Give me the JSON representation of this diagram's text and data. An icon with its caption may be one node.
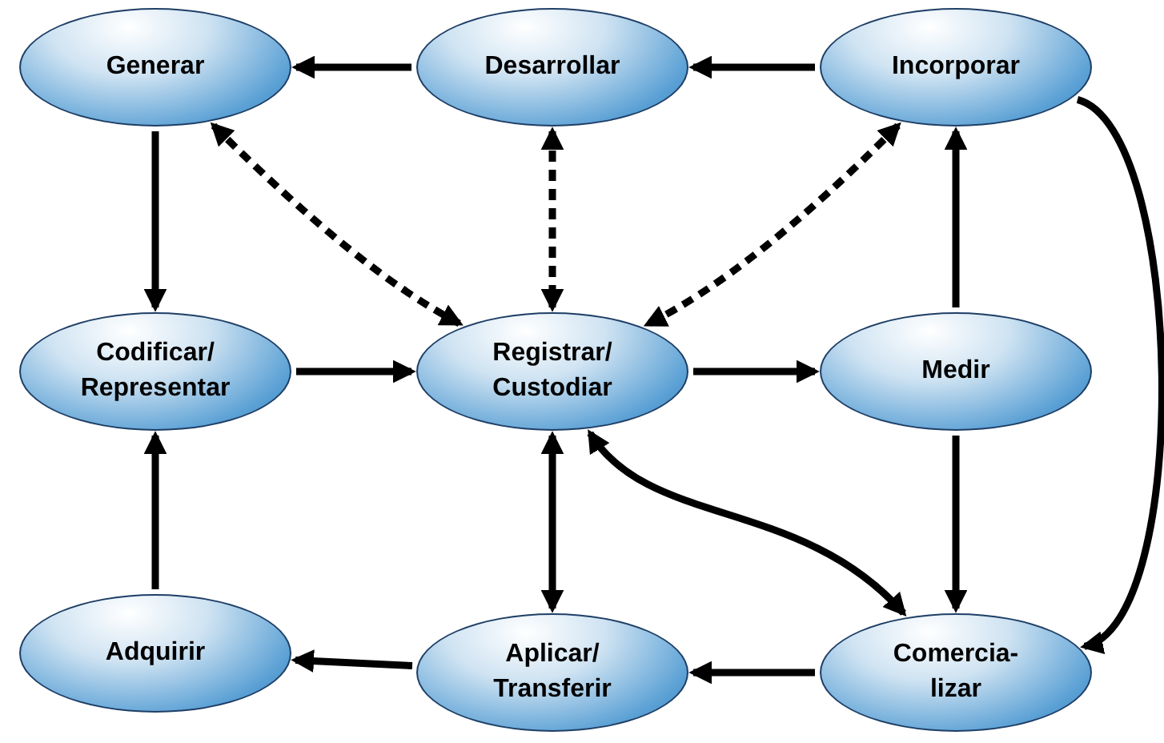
{
  "diagram": {
    "nodes": [
      {
        "text": [
          "Generar"
        ]
      },
      {
        "text": [
          "Desarrollar"
        ]
      },
      {
        "text": [
          "Incorporar"
        ]
      },
      {
        "text": [
          "Codificar/ Representar"
        ]
      },
      {
        "text": [
          "Registrar/ Custodiar"
        ]
      },
      {
        "text": [
          "Medir"
        ]
      },
      {
        "text": [
          "Adquirir"
        ]
      },
      {
        "text": [
          "Aplicar/ Transferir"
        ]
      },
      {
        "text": [
          "Comercia- lizar"
        ]
      }
    ],
    "edges": [
      {
        "from": 1,
        "to": 0,
        "arrow": "to"
      },
      {
        "from": 2,
        "to": 1,
        "arrow": "to"
      },
      {
        "from": 0,
        "to": 3,
        "arrow": "to"
      },
      {
        "from": 3,
        "to": 4,
        "arrow": "to"
      },
      {
        "from": 4,
        "to": 5,
        "arrow": "to"
      },
      {
        "from": 5,
        "to": 2,
        "arrow": "to"
      },
      {
        "from": 5,
        "to": 8,
        "arrow": "to"
      },
      {
        "from": 2,
        "to": 8,
        "arrow": "to"
      },
      {
        "from": 4,
        "to": 8,
        "arrow": "both"
      },
      {
        "from": 4,
        "to": 7,
        "arrow": "both"
      },
      {
        "from": 8,
        "to": 7,
        "arrow": "to"
      },
      {
        "from": 7,
        "to": 6,
        "arrow": "to"
      },
      {
        "from": 6,
        "to": 3,
        "arrow": "to"
      },
      {
        "from": 0,
        "to": 4,
        "arrow": "both",
        "style": "dashed"
      },
      {
        "from": 1,
        "to": 4,
        "arrow": "both",
        "style": "dashed"
      },
      {
        "from": 2,
        "to": 4,
        "arrow": "both",
        "style": "dashed"
      }
    ]
  }
}
